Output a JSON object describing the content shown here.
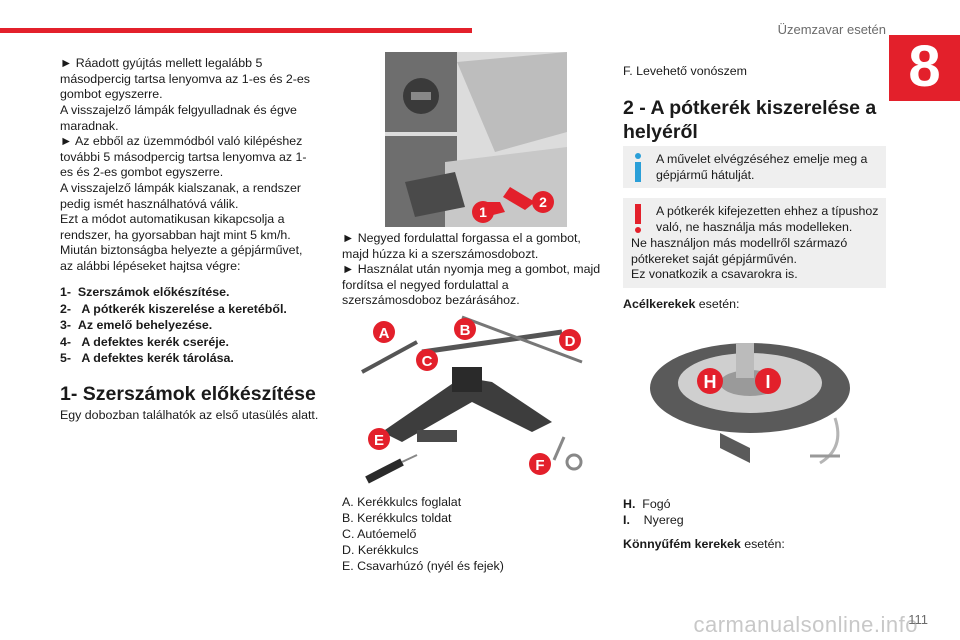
{
  "header": {
    "running_title": "Üzemzavar esetén",
    "chapter_number": "8",
    "page_number": "111",
    "watermark": "carmanualsonline.info"
  },
  "col1": {
    "p1": "► Ráadott gyújtás mellett legalább 5 másodpercig tartsa lenyomva az 1-es és 2-es gombot egyszerre.",
    "p2": "A visszajelző lámpák felgyulladnak és égve maradnak.",
    "p3": "► Az ebből az üzemmódból való kilépéshez további 5 másodpercig tartsa lenyomva az 1-es és 2-es gombot egyszerre.",
    "p4": "A visszajelző lámpák kialszanak, a rendszer pedig ismét használhatóvá válik.",
    "p5": "Ezt a módot automatikusan kikapcsolja a rendszer, ha gyorsabban hajt mint 5 km/h.",
    "p6": "Miután biztonságba helyezte a gépjárművet, az alábbi lépéseket hajtsa végre:",
    "steps": [
      {
        "num": "1-",
        "text": "Szerszámok előkészítése."
      },
      {
        "num": "2-",
        "text": "A pótkerék kiszerelése a keretéből."
      },
      {
        "num": "3-",
        "text": "Az emelő behelyezése."
      },
      {
        "num": "4-",
        "text": "A defektes kerék cseréje."
      },
      {
        "num": "5-",
        "text": "A defektes kerék tárolása."
      }
    ],
    "heading": "1- Szerszámok előkészítése",
    "p7": "Egy dobozban találhatók az első utasülés alatt."
  },
  "col2": {
    "fig1_labels": [
      "1",
      "2"
    ],
    "p1": "► Negyed fordulattal forgassa el a gombot, majd húzza ki a szerszámosdobozt.",
    "p2": "► Használat után nyomja meg a gombot, majd fordítsa el negyed fordulattal a szerszámosdoboz bezárásához.",
    "fig2_labels": [
      "A",
      "B",
      "C",
      "D",
      "E",
      "F"
    ],
    "legend": [
      "A. Kerékkulcs foglalat",
      "B. Kerékkulcs toldat",
      "C. Autóemelő",
      "D. Kerékkulcs",
      "E. Csavarhúzó (nyél és fejek)"
    ]
  },
  "col3": {
    "legend_f": "F. Levehető vonószem",
    "heading": "2 - A pótkerék kiszerelése a helyéről",
    "info": "A művelet elvégzéséhez emelje meg a gépjármű hátulját.",
    "warn1": "A pótkerék kifejezetten ehhez a típushoz való, ne használja más modelleken.",
    "warn2": "Ne használjon más modellről származó pótkereket saját gépjárművén.",
    "warn3": "Ez vonatkozik a csavarokra is.",
    "steel_bold": "Acélkerekek",
    "steel_rest": " esetén:",
    "fig3_labels": [
      "H",
      "I"
    ],
    "h_label": "H.",
    "h_text": "Fogó",
    "i_label": "I.",
    "i_text": "Nyereg",
    "alloy_bold": "Könnyűfém kerekek",
    "alloy_rest": " esetén:"
  },
  "colors": {
    "accent": "#e3202b",
    "info_blue": "#2a9fd8",
    "box_bg": "#efefef"
  }
}
